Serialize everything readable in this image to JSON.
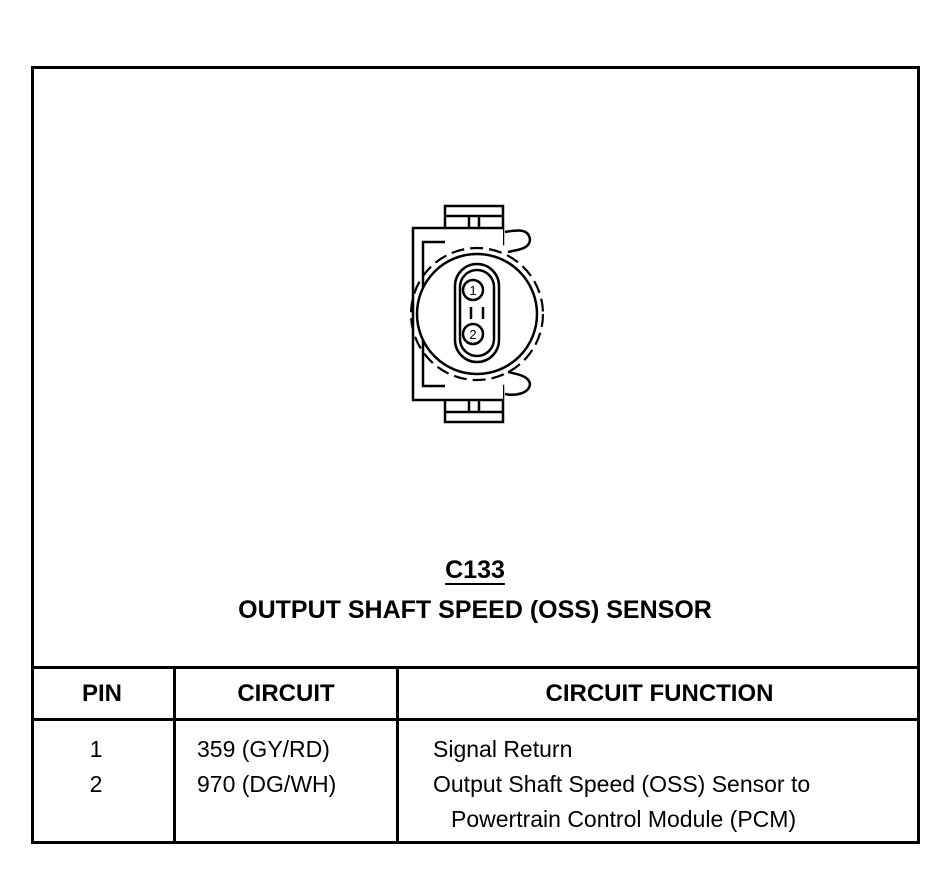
{
  "connector": {
    "id": "C133",
    "name": "OUTPUT SHAFT SPEED (OSS) SENSOR",
    "pin_labels": [
      "1",
      "2"
    ]
  },
  "table": {
    "headers": {
      "pin": "PIN",
      "circuit": "CIRCUIT",
      "function": "CIRCUIT FUNCTION"
    },
    "rows": [
      {
        "pin": "1",
        "circuit": "359 (GY/RD)",
        "function_line1": "Signal Return",
        "function_line2": ""
      },
      {
        "pin": "2",
        "circuit": "970 (DG/WH)",
        "function_line1": "Output Shaft Speed (OSS) Sensor to",
        "function_line2": "Powertrain Control Module (PCM)"
      }
    ]
  }
}
